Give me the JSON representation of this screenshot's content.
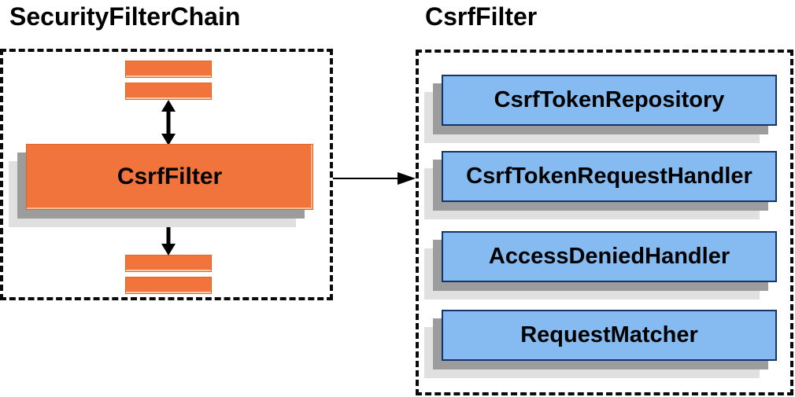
{
  "left_panel": {
    "title": "SecurityFilterChain",
    "node_label": "CsrfFilter"
  },
  "right_panel": {
    "title": "CsrfFilter",
    "components": [
      "CsrfTokenRepository",
      "CsrfTokenRequestHandler",
      "AccessDeniedHandler",
      "RequestMatcher"
    ]
  },
  "icons": {
    "vertical_double_arrow": "bidirectional-vertical-arrow",
    "flow_arrow": "right-arrow"
  },
  "colors": {
    "node_orange": "#F0743B",
    "node_orange_border": "#E2651F",
    "component_blue": "#85BBF0",
    "component_blue_border": "#17336B",
    "shadow_dark": "#9C9C9C",
    "shadow_light": "#E0E0E0",
    "connector_black": "#000000",
    "panel_border": "#0A0A0A",
    "title_text": "#000000"
  }
}
